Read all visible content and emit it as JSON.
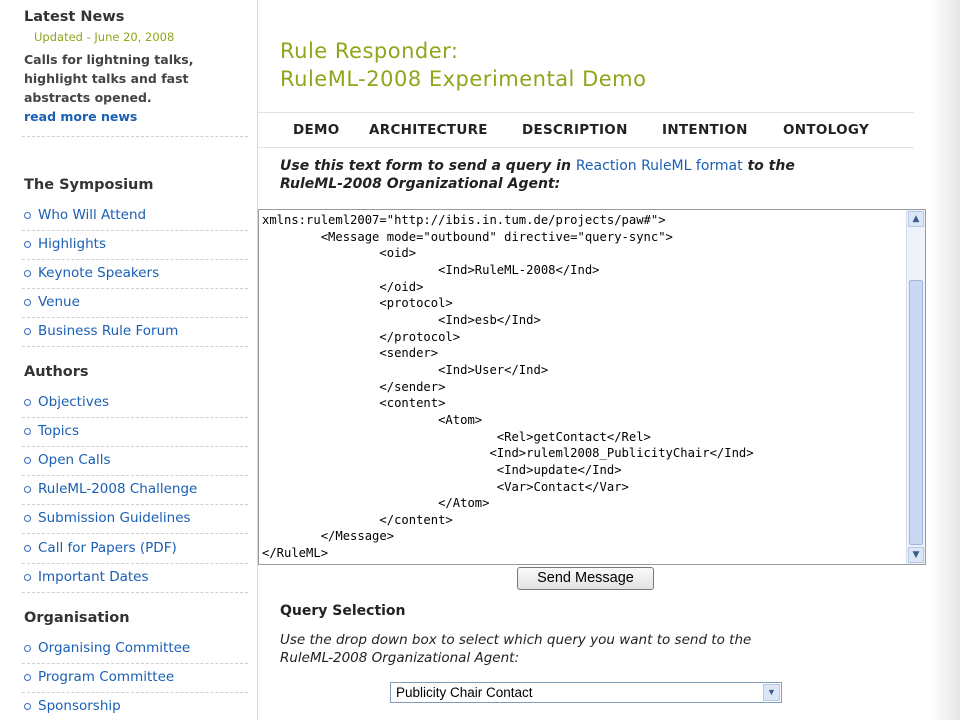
{
  "sidebar": {
    "latest_news": {
      "heading": "Latest News",
      "updated": "Updated - June 20, 2008",
      "body_lines": [
        "Calls for lightning talks,",
        "highlight talks and fast",
        "abstracts opened."
      ],
      "read_more": "read more news"
    },
    "symposium": {
      "heading": "The Symposium",
      "items": [
        "Who Will Attend",
        "Highlights",
        "Keynote Speakers",
        "Venue",
        "Business Rule Forum"
      ]
    },
    "authors": {
      "heading": "Authors",
      "items": [
        "Objectives",
        "Topics",
        "Open Calls",
        "RuleML-2008 Challenge",
        "Submission Guidelines",
        "Call for Papers (PDF)",
        "Important Dates"
      ]
    },
    "organisation": {
      "heading": "Organisation",
      "items": [
        "Organising Committee",
        "Program Committee",
        "Sponsorship"
      ]
    }
  },
  "main": {
    "title_line1": "Rule Responder:",
    "title_line2": "RuleML-2008 Experimental Demo",
    "nav": [
      "DEMO",
      "ARCHITECTURE",
      "DESCRIPTION",
      "INTENTION",
      "ONTOLOGY"
    ],
    "intro_line1_before": "Use this text form to send a query in ",
    "intro_link": "Reaction RuleML format",
    "intro_line1_after": " to the",
    "intro_line2": "RuleML-2008 Organizational Agent:",
    "code": "xmlns:ruleml2007=\"http://ibis.in.tum.de/projects/paw#\">\n        <Message mode=\"outbound\" directive=\"query-sync\">\n                <oid>\n                        <Ind>RuleML-2008</Ind>\n                </oid>\n                <protocol>\n                        <Ind>esb</Ind>\n                </protocol>\n                <sender>\n                        <Ind>User</Ind>\n                </sender>\n                <content>\n                        <Atom>\n                                <Rel>getContact</Rel>\n                               <Ind>ruleml2008_PublicityChair</Ind>\n                                <Ind>update</Ind>\n                                <Var>Contact</Var>\n                        </Atom>\n                </content>\n        </Message>\n</RuleML>",
    "send_button": "Send Message",
    "query_heading": "Query Selection",
    "query_help_line1": "Use the drop down box to select which query you want to send to the",
    "query_help_line2": "RuleML-2008 Organizational Agent:",
    "query_selected": "Publicity Chair Contact",
    "icons": {
      "scroll_up": "scroll-up-arrow",
      "scroll_down": "scroll-down-arrow",
      "dropdown": "chevron-down"
    }
  }
}
